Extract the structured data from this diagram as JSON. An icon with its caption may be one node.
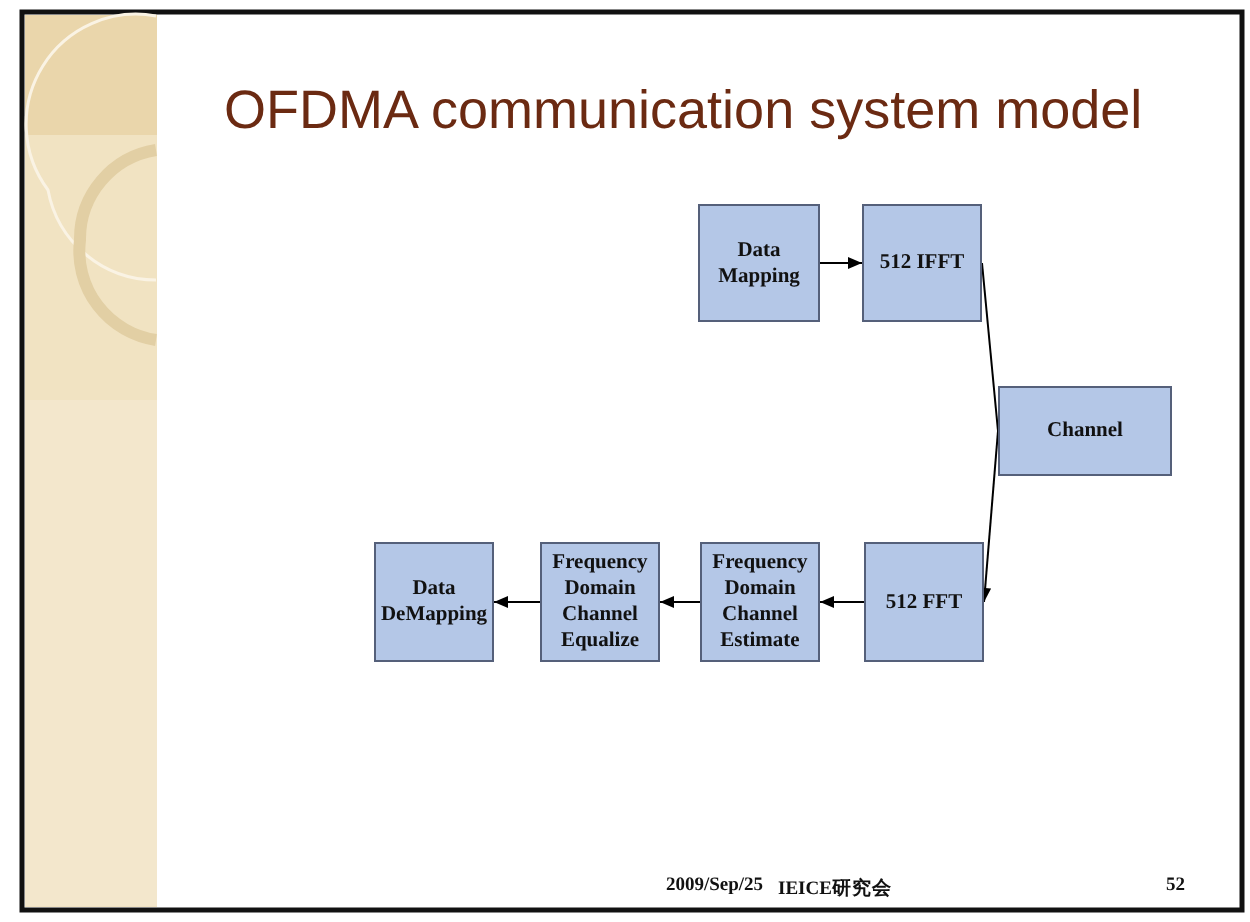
{
  "diagram": {
    "title": "OFDMA communication system model",
    "nodes": [
      {
        "text": [
          "Data Mapping"
        ]
      },
      {
        "text": [
          "512 IFFT"
        ]
      },
      {
        "text": [
          "Channel"
        ]
      },
      {
        "text": [
          "512 FFT"
        ]
      },
      {
        "text": [
          "Frequency Domain Channel Estimate"
        ]
      },
      {
        "text": [
          "Frequency Domain Channel Equalize"
        ]
      },
      {
        "text": [
          "Data DeMapping"
        ]
      }
    ],
    "edges": [
      {
        "from": 0,
        "to": 1,
        "arrow": "to"
      },
      {
        "from": 1,
        "to": 2,
        "arrow": "none"
      },
      {
        "from": 2,
        "to": 3,
        "arrow": "to"
      },
      {
        "from": 3,
        "to": 4,
        "arrow": "to"
      },
      {
        "from": 4,
        "to": 5,
        "arrow": "to"
      },
      {
        "from": 5,
        "to": 6,
        "arrow": "to"
      }
    ],
    "labels": [
      "2009/Sep/25",
      "IEICE研究会",
      "52"
    ]
  }
}
